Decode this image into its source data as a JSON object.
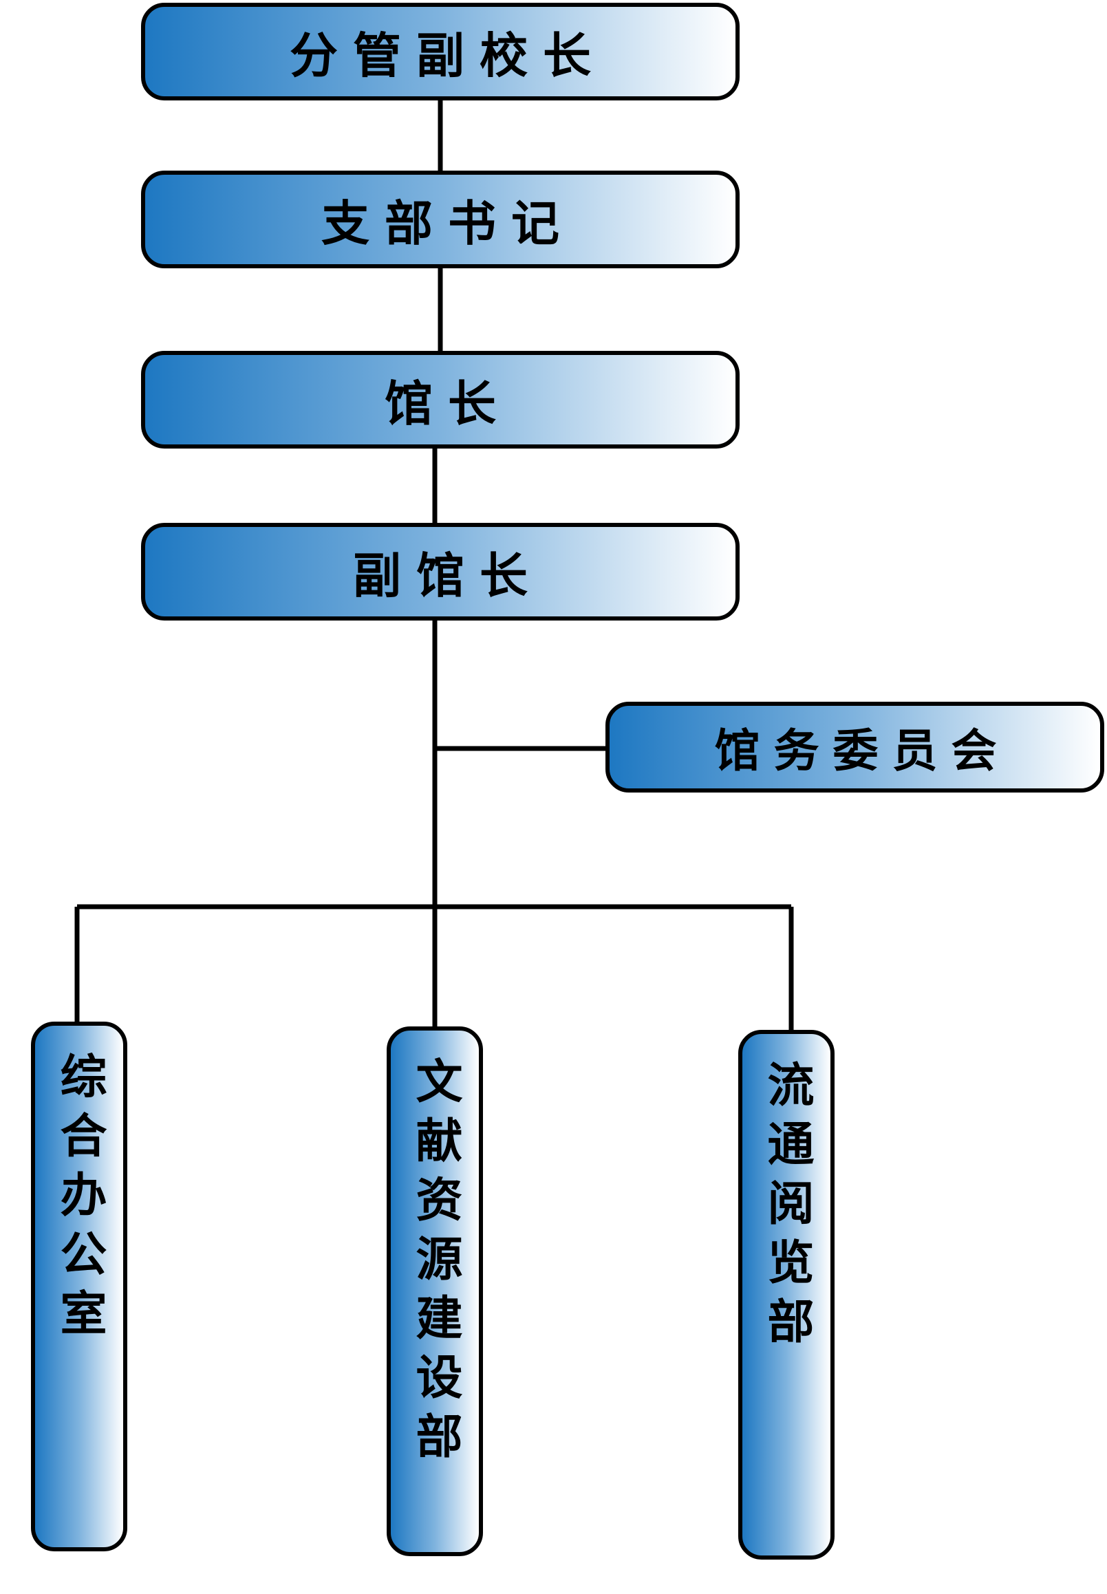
{
  "diagram": {
    "nodes": [
      {
        "id": "principal",
        "label": "分管副校长",
        "orientation": "horizontal"
      },
      {
        "id": "secretary",
        "label": "支部书记",
        "orientation": "horizontal"
      },
      {
        "id": "director",
        "label": "馆长",
        "orientation": "horizontal"
      },
      {
        "id": "deputy",
        "label": "副馆长",
        "orientation": "horizontal"
      },
      {
        "id": "committee",
        "label": "馆务委员会",
        "orientation": "horizontal"
      },
      {
        "id": "office",
        "label": "综合办公室",
        "orientation": "vertical"
      },
      {
        "id": "resources",
        "label": "文献资源建设部",
        "orientation": "vertical"
      },
      {
        "id": "circulation",
        "label": "流通阅览部",
        "orientation": "vertical"
      }
    ],
    "edges": [
      {
        "from": "principal",
        "to": "secretary"
      },
      {
        "from": "secretary",
        "to": "director"
      },
      {
        "from": "director",
        "to": "deputy"
      },
      {
        "from": "deputy",
        "to": "committee"
      },
      {
        "from": "deputy",
        "to": "office"
      },
      {
        "from": "deputy",
        "to": "resources"
      },
      {
        "from": "deputy",
        "to": "circulation"
      }
    ],
    "colors": {
      "gradient_start": "#1e78c2",
      "gradient_mid": "#7fb3de",
      "gradient_end": "#ffffff",
      "border": "#000000",
      "line": "#000000"
    }
  }
}
